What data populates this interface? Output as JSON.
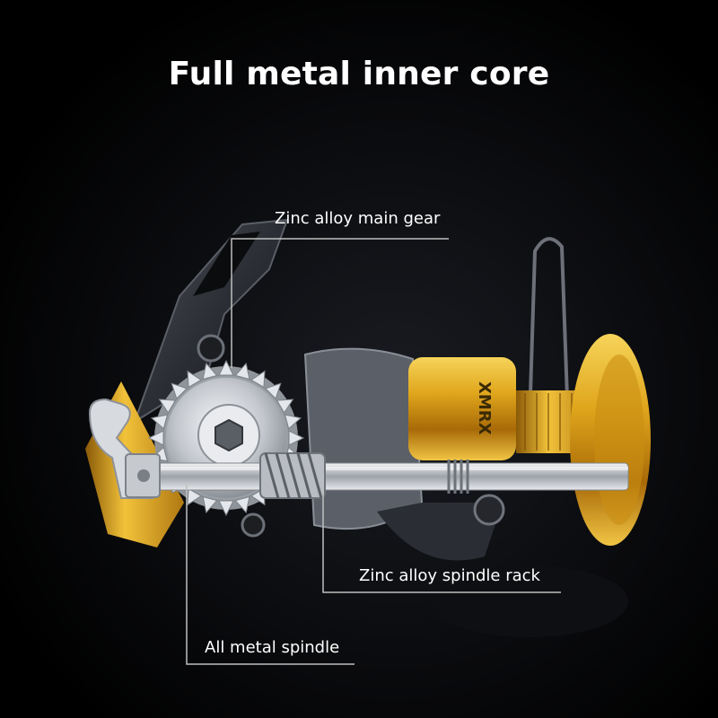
{
  "title": "Full metal inner core",
  "callouts": {
    "main_gear": "Zinc alloy main gear",
    "spindle_rack": "Zinc alloy spindle rack",
    "spindle": "All metal spindle"
  },
  "spool_text": "XMRX",
  "colors": {
    "background": "#000000",
    "accent_gold": "#d9a21a",
    "metal": "#c9ccd1",
    "callout_line": "#bfbfbf"
  }
}
